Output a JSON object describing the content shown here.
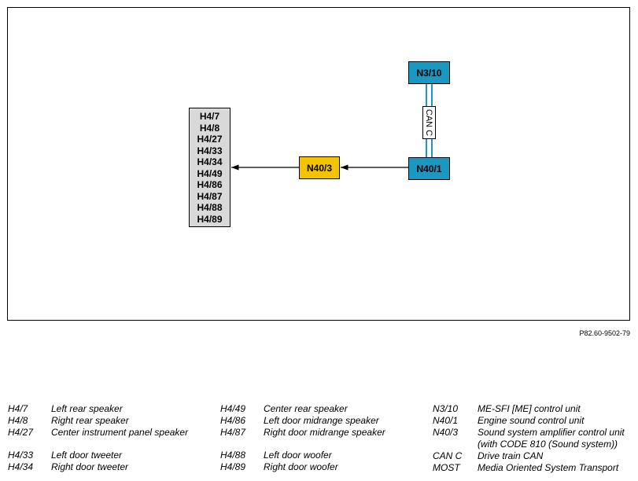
{
  "diagram": {
    "nodes": {
      "n3_10": "N3/10",
      "n40_1": "N40/1",
      "n40_3": "N40/3"
    },
    "bus_label": "CAN C",
    "speakers": [
      "H4/7",
      "H4/8",
      "H4/27",
      "H4/33",
      "H4/34",
      "H4/49",
      "H4/86",
      "H4/87",
      "H4/88",
      "H4/89"
    ],
    "colors": {
      "control_unit": "#1a98c0",
      "amplifier": "#f5c400",
      "speaker_group": "#d9d9d9"
    },
    "doc_id": "P82.60-9502-79"
  },
  "legend": {
    "col1": [
      {
        "code": "H4/7",
        "desc": "Left rear speaker"
      },
      {
        "code": "H4/8",
        "desc": "Right rear speaker"
      },
      {
        "code": "H4/27",
        "desc": "Center instrument panel speaker"
      },
      {
        "code": "H4/33",
        "desc": "Left door tweeter"
      },
      {
        "code": "H4/34",
        "desc": "Right door tweeter"
      }
    ],
    "col2": [
      {
        "code": "H4/49",
        "desc": "Center rear speaker"
      },
      {
        "code": "H4/86",
        "desc": "Left door midrange speaker"
      },
      {
        "code": "H4/87",
        "desc": "Right door midrange speaker"
      },
      {
        "code": "H4/88",
        "desc": "Left door woofer"
      },
      {
        "code": "H4/89",
        "desc": "Right door woofer"
      }
    ],
    "col3": [
      {
        "code": "N3/10",
        "desc": "ME-SFI [ME] control unit"
      },
      {
        "code": "N40/1",
        "desc": "Engine sound control unit"
      },
      {
        "code": "N40/3",
        "desc": "Sound system amplifier control unit",
        "desc2": "(with CODE 810 (Sound system))"
      },
      {
        "code": "CAN C",
        "desc": "Drive train CAN"
      },
      {
        "code": "MOST",
        "desc": "Media Oriented System Transport"
      }
    ]
  }
}
